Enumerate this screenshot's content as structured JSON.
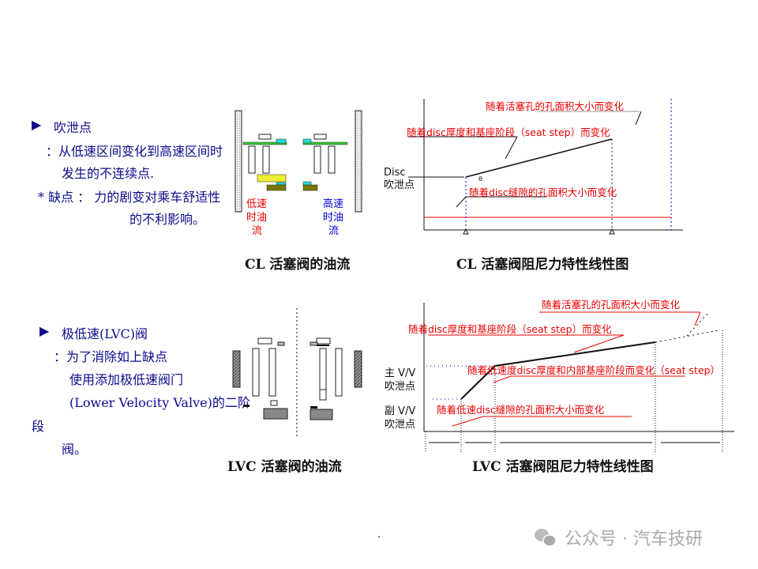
{
  "left_top": {
    "bullet": "▶",
    "heading": "吹泄点",
    "line1": "：从低速区间变化到高速区间时",
    "line2": "发生的不连续点.",
    "line3": "* 缺点 ： 力的剧变对乘车舒适性",
    "line4": "的不利影响。"
  },
  "left_bottom": {
    "bullet": "▶",
    "heading": "极低速(LVC)阀",
    "line1": "：为了消除如上缺点",
    "line2": "使用添加极低速阀门",
    "line3": "(Lower Velocity Valve)的二阶",
    "line4": "段",
    "line5": "阀。"
  },
  "cl_diagram": {
    "low_speed": [
      "低速",
      "时油",
      "流"
    ],
    "high_speed": [
      "高速",
      "时油",
      "流"
    ],
    "caption": "CL 活塞阀的油流"
  },
  "cl_chart": {
    "label_piston": "随着活塞孔的孔面积大小而变化",
    "label_disc": "随着disc厚度和基座阶段（seat step）而变化",
    "label_gap": "随着disc缝隙的孔面积大小而变化",
    "y_label_1": "Disc",
    "y_label_2": "吹泄点",
    "marker": "θ",
    "caption": "CL 活塞阀阻尼力特性线性图"
  },
  "lvc_diagram": {
    "caption": "LVC 活塞阀的油流"
  },
  "lvc_chart": {
    "label_piston": "随着活塞孔的孔面积大小而变化",
    "label_disc": "随着disc厚度和基座阶段（seat step）而变化",
    "label_low_disc": "随着低速度disc厚度和内部基座阶段而变化（seat step）",
    "label_low_gap": "随着低速disc缝隙的孔面积大小而变化",
    "main_label_1": "主 V/V",
    "main_label_2": "吹泄点",
    "sub_label_1": "副 V/V",
    "sub_label_2": "吹泄点",
    "caption": "LVC 活塞阀阻尼力特性线性图"
  },
  "footer": {
    "dot": ".",
    "watermark": "公众号 · 汽车技研"
  },
  "colors": {
    "text_blue": "#0b0b8c",
    "red": "#e00000",
    "blue_line": "#0000dd"
  }
}
